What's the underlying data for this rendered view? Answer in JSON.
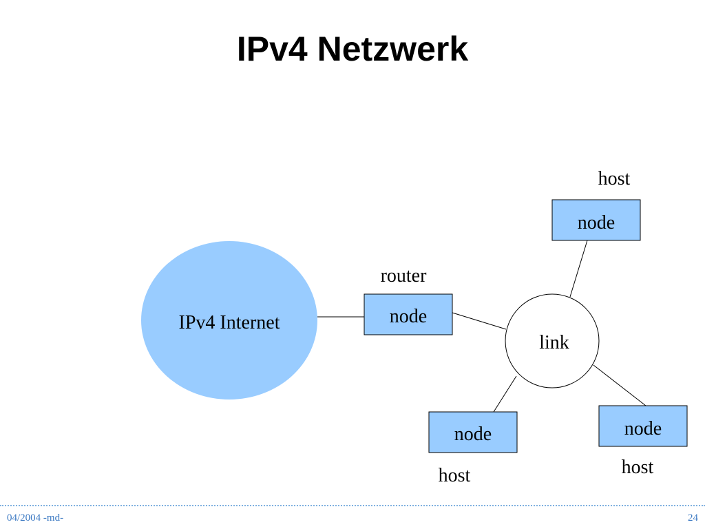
{
  "slide": {
    "title": "IPv4 Netzwerk"
  },
  "diagram": {
    "internet_label": "IPv4 Internet",
    "link_label": "link",
    "router": {
      "role": "router",
      "node": "node"
    },
    "host_top": {
      "role": "host",
      "node": "node"
    },
    "host_bottom_left": {
      "role": "host",
      "node": "node"
    },
    "host_bottom_right": {
      "role": "host",
      "node": "node"
    },
    "colors": {
      "cloud_fill": "#99ccff",
      "node_fill": "#99ccff",
      "stroke": "#000000",
      "link_fill": "#ffffff"
    }
  },
  "footer": {
    "date": "04/2004 -md-",
    "page": "24",
    "color": "#3a78c2"
  }
}
